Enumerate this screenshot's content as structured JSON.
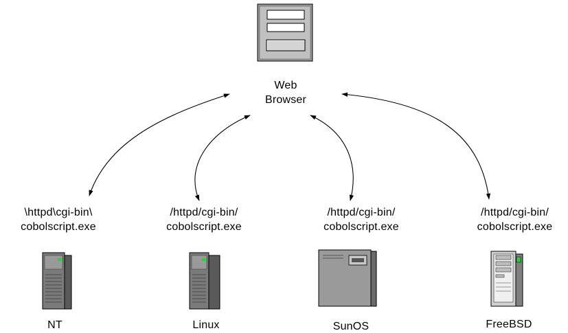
{
  "browser": {
    "label_line1": "Web",
    "label_line2": "Browser",
    "icon": "web-browser-icon"
  },
  "servers": [
    {
      "os": "NT",
      "path": "\\httpd\\cgi-bin\\",
      "script": "cobolscript.exe",
      "icon": "tower-server-icon"
    },
    {
      "os": "Linux",
      "path": "/httpd/cgi-bin/",
      "script": "cobolscript.exe",
      "icon": "tower-server-icon"
    },
    {
      "os": "SunOS",
      "path": "/httpd/cgi-bin/",
      "script": "cobolscript.exe",
      "icon": "workstation-server-icon"
    },
    {
      "os": "FreeBSD",
      "path": "/httpd/cgi-bin/",
      "script": "cobolscript.exe",
      "icon": "pc-tower-icon"
    }
  ]
}
